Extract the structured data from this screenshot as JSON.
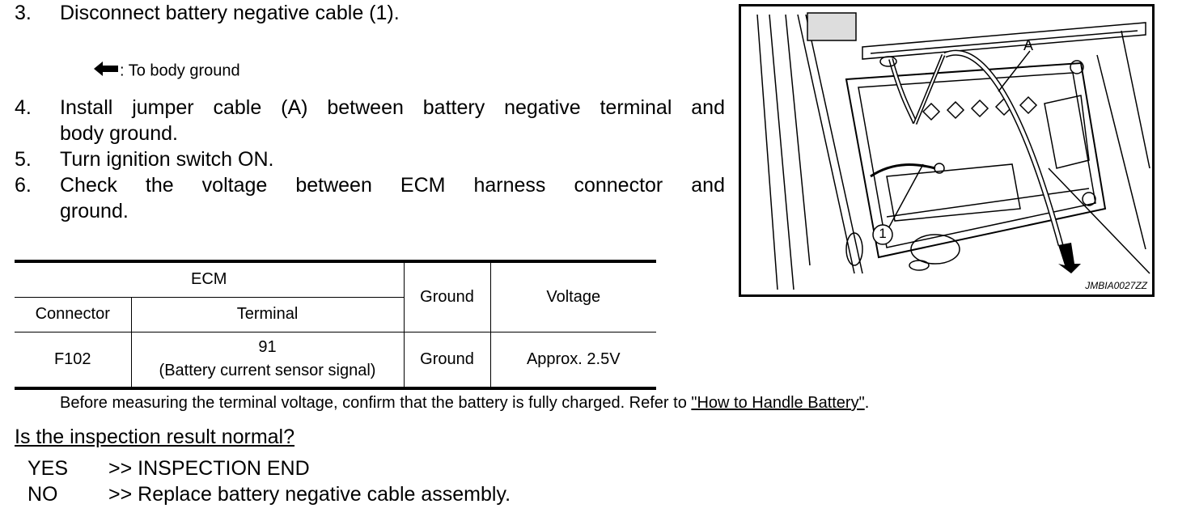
{
  "steps": [
    {
      "num": "3.",
      "text": "Disconnect battery negative cable (1)."
    },
    {
      "num": "4.",
      "line1": "Install jumper cable (A) between battery negative terminal and",
      "line2": "body ground."
    },
    {
      "num": "5.",
      "text": "Turn ignition switch ON."
    },
    {
      "num": "6.",
      "line1": "Check the voltage between ECM harness connector and",
      "line2": "ground."
    }
  ],
  "legend": {
    "icon": "left-arrow-icon",
    "text": ": To body ground"
  },
  "table": {
    "header_group": "ECM",
    "header_connector": "Connector",
    "header_terminal": "Terminal",
    "header_ground": "Ground",
    "header_voltage": "Voltage",
    "row": {
      "connector": "F102",
      "terminal_num": "91",
      "terminal_desc": "(Battery current sensor signal)",
      "ground": "Ground",
      "voltage": "Approx. 2.5V"
    }
  },
  "note": {
    "text": "Before measuring the terminal voltage, confirm that the battery is fully charged. Refer to ",
    "link": "\"How to Handle Battery\"",
    "end": "."
  },
  "question": "Is the inspection result normal?",
  "answers": [
    {
      "label": "YES",
      "text": ">> INSPECTION END"
    },
    {
      "label": "NO",
      "text": ">> Replace battery negative cable assembly."
    }
  ],
  "figure": {
    "label_a": "A",
    "label_1": "1",
    "code": "JMBIA0027ZZ"
  }
}
